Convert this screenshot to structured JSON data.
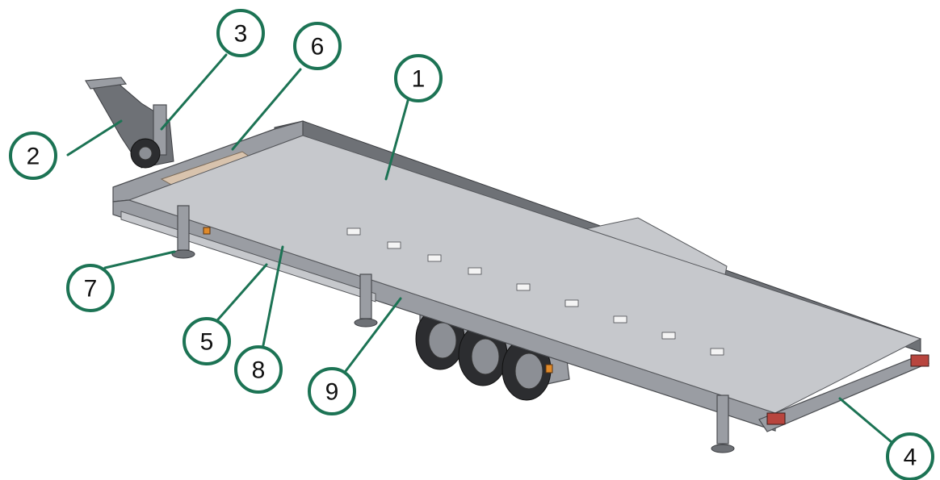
{
  "diagram": {
    "callouts": [
      {
        "id": "1",
        "label": "1"
      },
      {
        "id": "2",
        "label": "2"
      },
      {
        "id": "3",
        "label": "3"
      },
      {
        "id": "4",
        "label": "4"
      },
      {
        "id": "5",
        "label": "5"
      },
      {
        "id": "6",
        "label": "6"
      },
      {
        "id": "7",
        "label": "7"
      },
      {
        "id": "8",
        "label": "8"
      },
      {
        "id": "9",
        "label": "9"
      }
    ],
    "colors": {
      "callout_stroke": "#1c7354",
      "frame_steel": "#9a9da3",
      "deck_board": "#d8c3ad",
      "tail_lamp": "#b8453e"
    }
  }
}
